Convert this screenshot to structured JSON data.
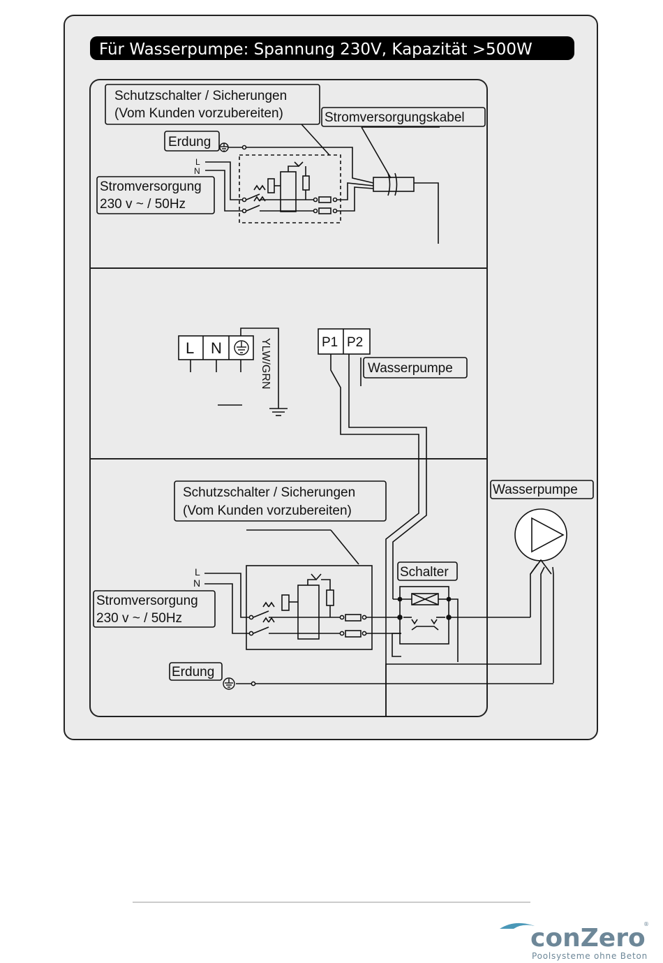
{
  "title": "Für Wasserpumpe: Spannung 230V, Kapazität >500W",
  "panel1": {
    "breaker_label_1": "Schutzschalter / Sicherungen",
    "breaker_label_2": "(Vom Kunden vorzubereiten)",
    "cable_label": "Stromversorgungskabel",
    "ground_label": "Erdung",
    "l_label": "L",
    "n_label": "N",
    "supply_label_1": "Stromversorgung",
    "supply_label_2": "230 v ~ / 50Hz"
  },
  "panel2": {
    "terminal_l": "L",
    "terminal_n": "N",
    "ground_wire_label": "YLW/GRN",
    "p1": "P1",
    "p2": "P2",
    "pump_label": "Wasserpumpe"
  },
  "panel3": {
    "breaker_label_1": "Schutzschalter / Sicherungen",
    "breaker_label_2": "(Vom Kunden vorzubereiten)",
    "l_label": "L",
    "n_label": "N",
    "supply_label_1": "Stromversorgung",
    "supply_label_2": "230 v ~ / 50Hz",
    "switch_label": "Schalter",
    "ground_label": "Erdung",
    "pump_label": "Wasserpumpe"
  },
  "logo": {
    "brand": "conZero",
    "registered": "®",
    "tagline": "Poolsysteme ohne Beton",
    "accent_color": "#4a98b8",
    "brand_color": "#6d8798"
  }
}
